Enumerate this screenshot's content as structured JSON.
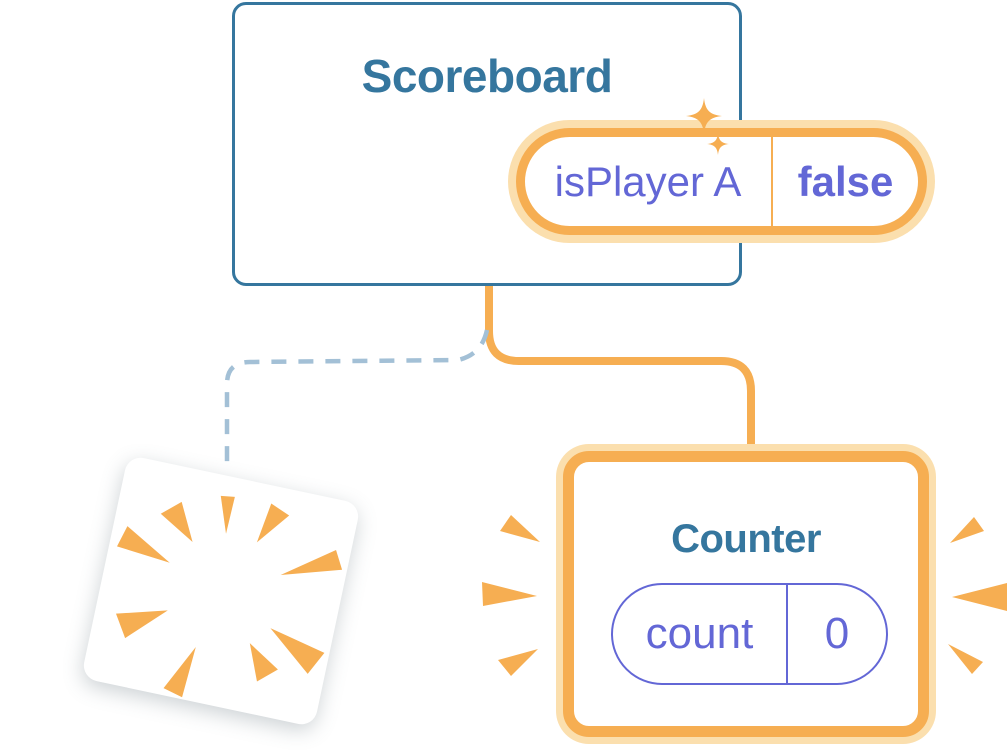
{
  "scoreboard": {
    "title": "Scoreboard",
    "state": {
      "name": "isPlayer A",
      "value": "false"
    }
  },
  "counter": {
    "title": "Counter",
    "state": {
      "name": "count",
      "value": "0"
    }
  },
  "icons": {
    "sparkles": "sparkles-icon",
    "poof": "poof-burst-icon",
    "emphasis_left": "emphasis-rays-icon",
    "emphasis_right": "emphasis-rays-icon"
  },
  "colors": {
    "component_blue": "#35769E",
    "accent_orange": "#F6AE52",
    "accent_orange_glow": "#FBDFAE",
    "state_purple": "#6367D6",
    "dashed_connector_blue": "#A3C0D6",
    "background": "#FFFFFF"
  }
}
